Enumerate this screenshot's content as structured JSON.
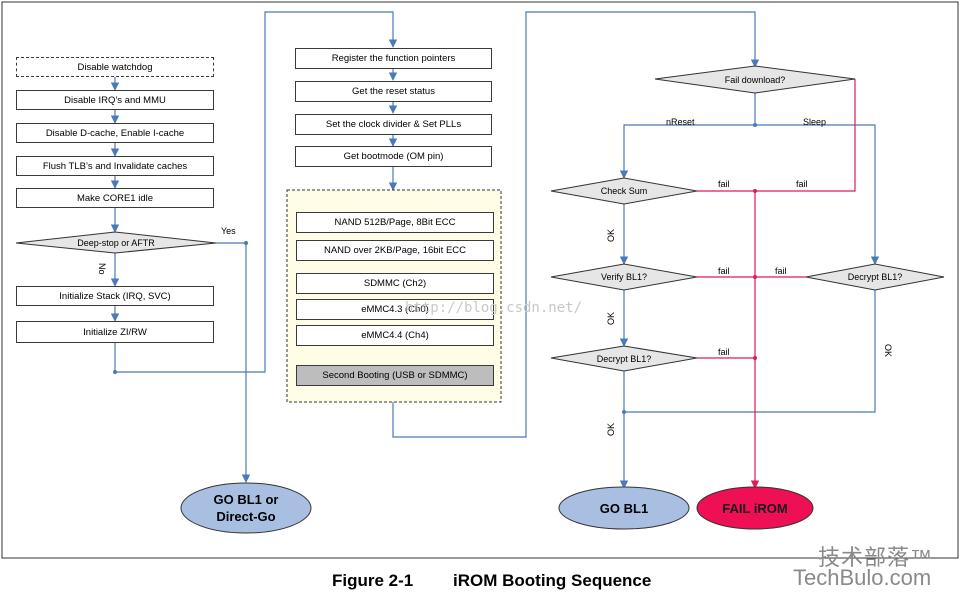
{
  "colors": {
    "flow": "#4a7ab8",
    "fail": "#e0195a",
    "yellow": "#fffde6",
    "blue_oval": "#a9bfe2",
    "red_oval": "#ee0f55"
  },
  "left": {
    "steps": [
      "Disable watchdog",
      "Disable IRQ’s and MMU",
      "Disable D-cache, Enable I-cache",
      "Flush TLB’s and Invalidate caches",
      "Make CORE1 idle"
    ],
    "decision": "Deep-stop or AFTR",
    "yes": "Yes",
    "no": "No",
    "steps2": [
      "Initialize Stack (IRQ, SVC)",
      "Initialize ZI/RW"
    ],
    "oval": "GO BL1 or Direct-Go"
  },
  "middle": {
    "steps": [
      "Register the function pointers",
      "Get the reset status",
      "Set the clock divider & Set PLLs",
      "Get bootmode (OM pin)"
    ],
    "boot_devices": [
      "NAND 512B/Page, 8Bit ECC",
      "NAND over 2KB/Page, 16bit ECC",
      "SDMMC (Ch2)",
      "eMMC4.3 (Ch0)",
      "eMMC4.4 (Ch4)"
    ],
    "second_boot": "Second Booting (USB or SDMMC)"
  },
  "right": {
    "fail_download": "Fail download?",
    "nreset": "nReset",
    "sleep": "Sleep",
    "check_sum": "Check Sum",
    "verify_bl1": "Verify BL1?",
    "decrypt_bl1_left": "Decrypt BL1?",
    "decrypt_bl1_right": "Decrypt BL1?",
    "fail": "fail",
    "ok": "OK",
    "go_bl1": "GO BL1",
    "fail_irom": "FAIL iROM"
  },
  "caption": {
    "number": "Figure 2-1",
    "title": "iROM Booting Sequence"
  },
  "watermark": {
    "url": "http://blog.csdn.net/",
    "brand_cn": "技术部落™",
    "brand_en": "TechBulo.com"
  }
}
